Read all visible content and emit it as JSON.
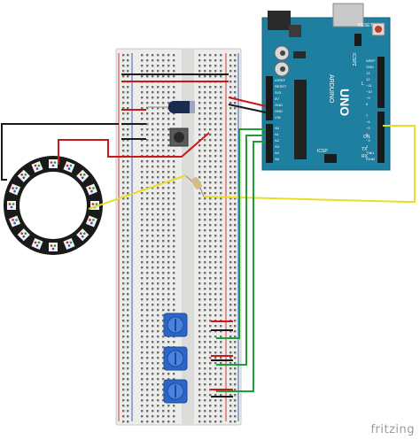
{
  "brand": "fritzing",
  "board": {
    "name": "UNO",
    "maker": "ARDUINO",
    "icsp_top": "ICSP2",
    "icsp_bottom": "ICSP",
    "reset": "RESET",
    "power_labels": [
      "IOREF",
      "RESET",
      "3V3",
      "5V",
      "GND",
      "GND",
      "VIN"
    ],
    "analog_labels": [
      "A0",
      "A1",
      "A2",
      "A3",
      "A4",
      "A5"
    ],
    "header_labels": [
      "AREF",
      "GND",
      "13",
      "12",
      "~11",
      "~10",
      "~9",
      "8"
    ],
    "digital_labels": [
      "7",
      "~6",
      "~5",
      "4",
      "~3",
      "2",
      "TX▸1",
      "RX◂0"
    ],
    "tx": "TX",
    "rx": "RX",
    "l": "L",
    "on": "ON"
  },
  "neopixel_ring": {
    "led_count": 16
  },
  "potentiometers": {
    "count": 3
  },
  "colors": {
    "board": "#1f7fa0",
    "board_dark": "#175f78",
    "breadboard": "#ececea",
    "rail_red": "#d23a3a",
    "rail_blue": "#3a64c8",
    "wire_red": "#c81818",
    "wire_black": "#1a1a1a",
    "wire_green": "#1e9e36",
    "wire_yellow": "#e8de28",
    "pot": "#2c66c9"
  }
}
